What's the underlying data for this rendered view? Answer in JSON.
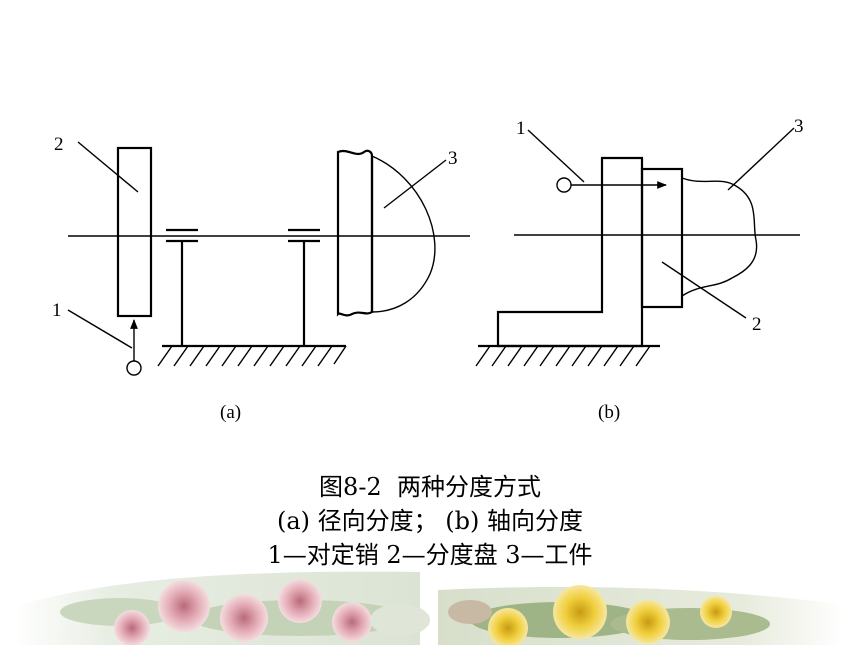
{
  "diagram": {
    "labels_a": {
      "part2": "2",
      "part1": "1",
      "part3": "3",
      "sub": "(a)"
    },
    "labels_b": {
      "part1": "1",
      "part3": "3",
      "part2": "2",
      "sub": "(b)"
    }
  },
  "caption": {
    "title": "图8-2  两种分度方式",
    "subtitle": "(a) 径向分度； (b) 轴向分度",
    "legend": "1—对定销 2—分度盘 3—工件"
  },
  "decor": {
    "left_image": "pink-roses",
    "right_image": "yellow-roses",
    "colors": {
      "pink": "#d99aa6",
      "green": "#8fae78",
      "yellow": "#e7c53a",
      "bg": "#e9efe6"
    }
  }
}
